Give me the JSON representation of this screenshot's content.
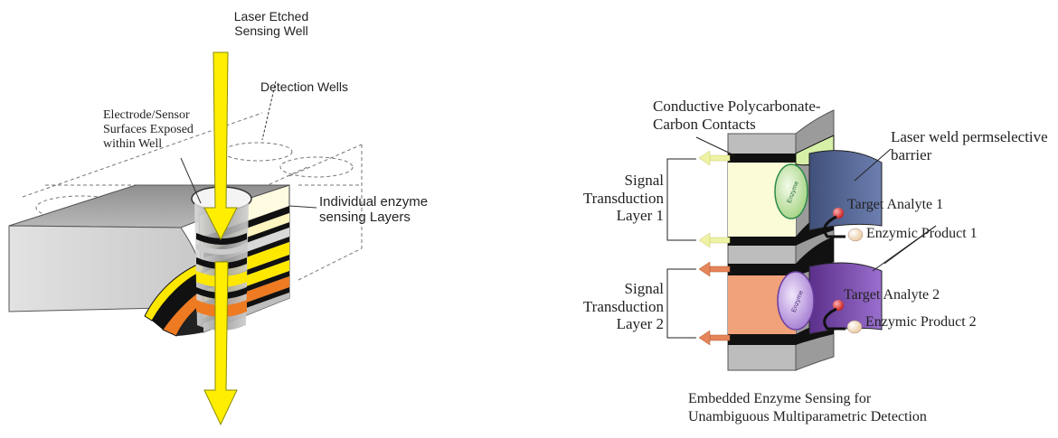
{
  "left_diagram": {
    "laser_label_1": "Laser Etched",
    "laser_label_2": "Sensing Well",
    "detection_wells": "Detection Wells",
    "electrode_1": "Electrode/Sensor",
    "electrode_2": "Surfaces Exposed",
    "electrode_3": "within Well",
    "layers_1": "Individual enzyme",
    "layers_2": "sensing Layers"
  },
  "right_diagram": {
    "contacts_1": "Conductive Polycarbonate-",
    "contacts_2": "Carbon Contacts",
    "barrier_1": "Laser weld permselective",
    "barrier_2": "barrier",
    "layer1_1": "Signal",
    "layer1_2": "Transduction",
    "layer1_3": "Layer 1",
    "layer2_1": "Signal",
    "layer2_2": "Transduction",
    "layer2_3": "Layer 2",
    "analyte1": "Target Analyte 1",
    "product1": "Enzymic Product 1",
    "analyte2": "Target Analyte 2",
    "product2": "Enzymic Product 2",
    "enzyme1_tag": "Enzyme",
    "enzyme2_tag": "Enzyme",
    "caption_1": "Embedded Enzyme Sensing for",
    "caption_2": "Unambiguous Multiparametric Detection"
  },
  "colors": {
    "laser_yellow": "#ffee00",
    "layer_yellow": "#ffe800",
    "layer_orange": "#ee7a22",
    "layer_cream": "#fff6c4",
    "chip_gray": "#9a9a9a",
    "layer1_fill": "#fbfbd8",
    "layer2_fill": "#f2a27a",
    "barrier_purple": "#7e4fb0",
    "analyte_red": "#d62b2b"
  },
  "icons": [
    "laser-beam-arrow",
    "signal-arrow",
    "analyte-ball",
    "product-ball"
  ]
}
